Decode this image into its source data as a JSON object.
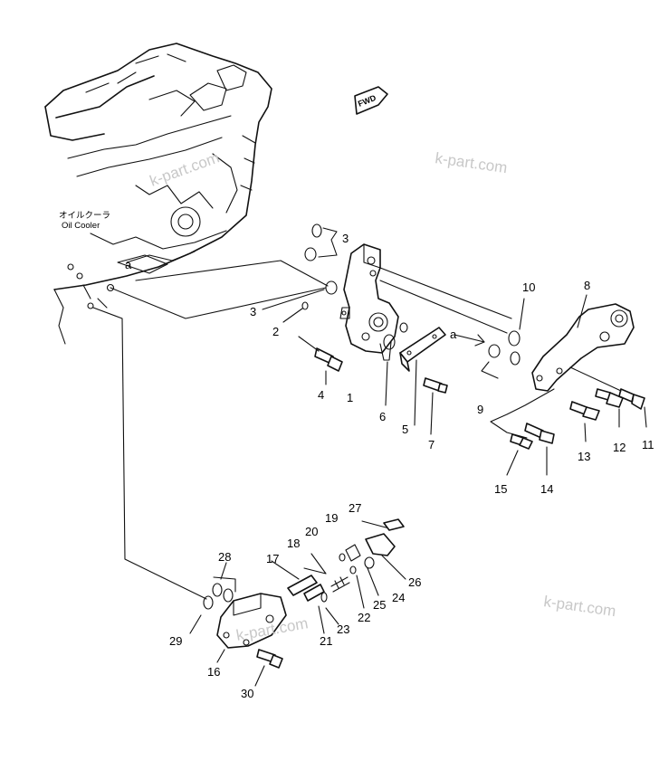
{
  "annotations": {
    "oil_cooler_jp": "オイルクーラ",
    "oil_cooler_en": "Oil Cooler",
    "fwd": "FWD",
    "ref_a": "a"
  },
  "watermark": "k-part.com",
  "callouts": [
    "1",
    "2",
    "3",
    "4",
    "5",
    "6",
    "7",
    "8",
    "9",
    "10",
    "11",
    "12",
    "13",
    "14",
    "15",
    "16",
    "17",
    "18",
    "19",
    "20",
    "21",
    "22",
    "23",
    "24",
    "25",
    "26",
    "27",
    "28",
    "29",
    "30"
  ],
  "colors": {
    "line": "#111111",
    "watermark": "#c8c8c8",
    "background": "#ffffff"
  }
}
